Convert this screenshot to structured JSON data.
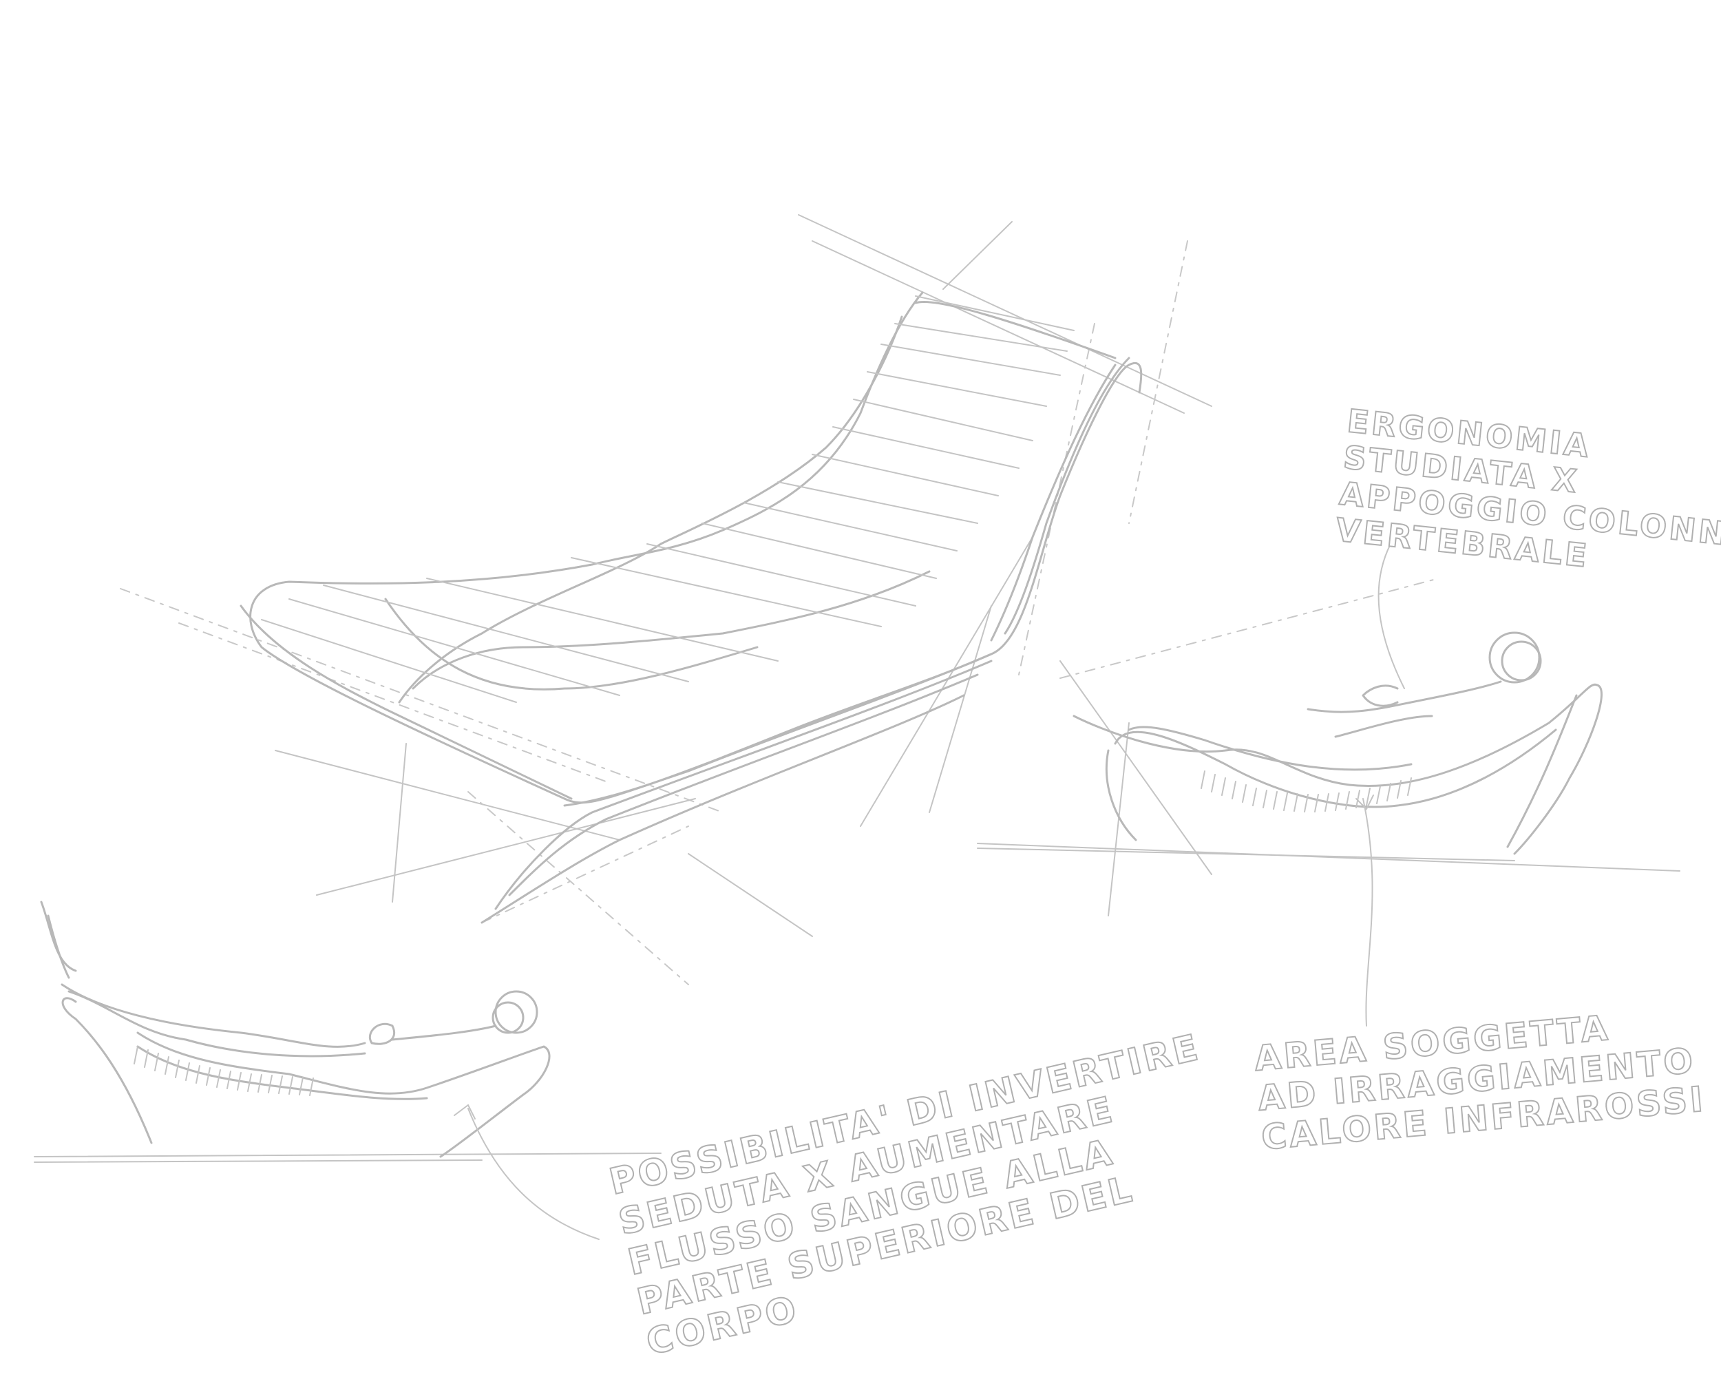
{
  "sketch": {
    "stroke_color": "#b8b8b8",
    "background_color": "#ffffff"
  },
  "annotations": {
    "ergonomia": {
      "lines": [
        "ERGONOMIA",
        "STUDIATA X",
        "APPOGGIO COLONNA",
        "VERTEBRALE"
      ]
    },
    "area": {
      "lines": [
        "AREA SOGGETTA",
        "AD IRRAGGIAMENTO",
        "CALORE INFRAROSSI"
      ]
    },
    "possibilita": {
      "lines": [
        "POSSIBILITA' DI INVERTIRE",
        "SEDUTA X AUMENTARE",
        "FLUSSO SANGUE ALLA",
        "PARTE SUPERIORE DEL",
        "CORPO"
      ]
    }
  }
}
